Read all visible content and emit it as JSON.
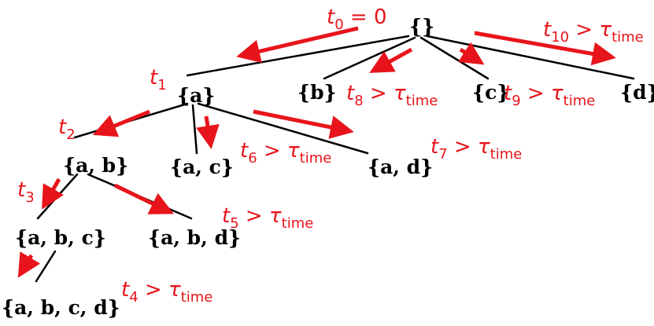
{
  "nodes": {
    "root": "{}",
    "a": "{a}",
    "b": "{b}",
    "c": "{c}",
    "d": "{d}",
    "ab": "{a, b}",
    "ac": "{a, c}",
    "ad": "{a, d}",
    "abc": "{a, b, c}",
    "abd": "{a, b, d}",
    "abcd": "{a, b, c, d}"
  },
  "labels": {
    "t0": {
      "var": "t",
      "sub": "0",
      "rel": " = 0"
    },
    "t1": {
      "var": "t",
      "sub": "1"
    },
    "t2": {
      "var": "t",
      "sub": "2"
    },
    "t3": {
      "var": "t",
      "sub": "3"
    },
    "t4": {
      "var": "t",
      "sub": "4",
      "rel": " > ",
      "tau": "τ",
      "tau_sub": "time"
    },
    "t5": {
      "var": "t",
      "sub": "5",
      "rel": " > ",
      "tau": "τ",
      "tau_sub": "time"
    },
    "t6": {
      "var": "t",
      "sub": "6",
      "rel": " > ",
      "tau": "τ",
      "tau_sub": "time"
    },
    "t7": {
      "var": "t",
      "sub": "7",
      "rel": " > ",
      "tau": "τ",
      "tau_sub": "time"
    },
    "t8": {
      "var": "t",
      "sub": "8",
      "rel": " > ",
      "tau": "τ",
      "tau_sub": "time"
    },
    "t9": {
      "var": "t",
      "sub": "9",
      "rel": " > ",
      "tau": "τ",
      "tau_sub": "time"
    },
    "t10": {
      "var": "t",
      "sub": "10",
      "rel": " > ",
      "tau": "τ",
      "tau_sub": "time"
    }
  },
  "colors": {
    "edge": "#000000",
    "arrow": "#e8141b",
    "label": "#e8141b"
  }
}
